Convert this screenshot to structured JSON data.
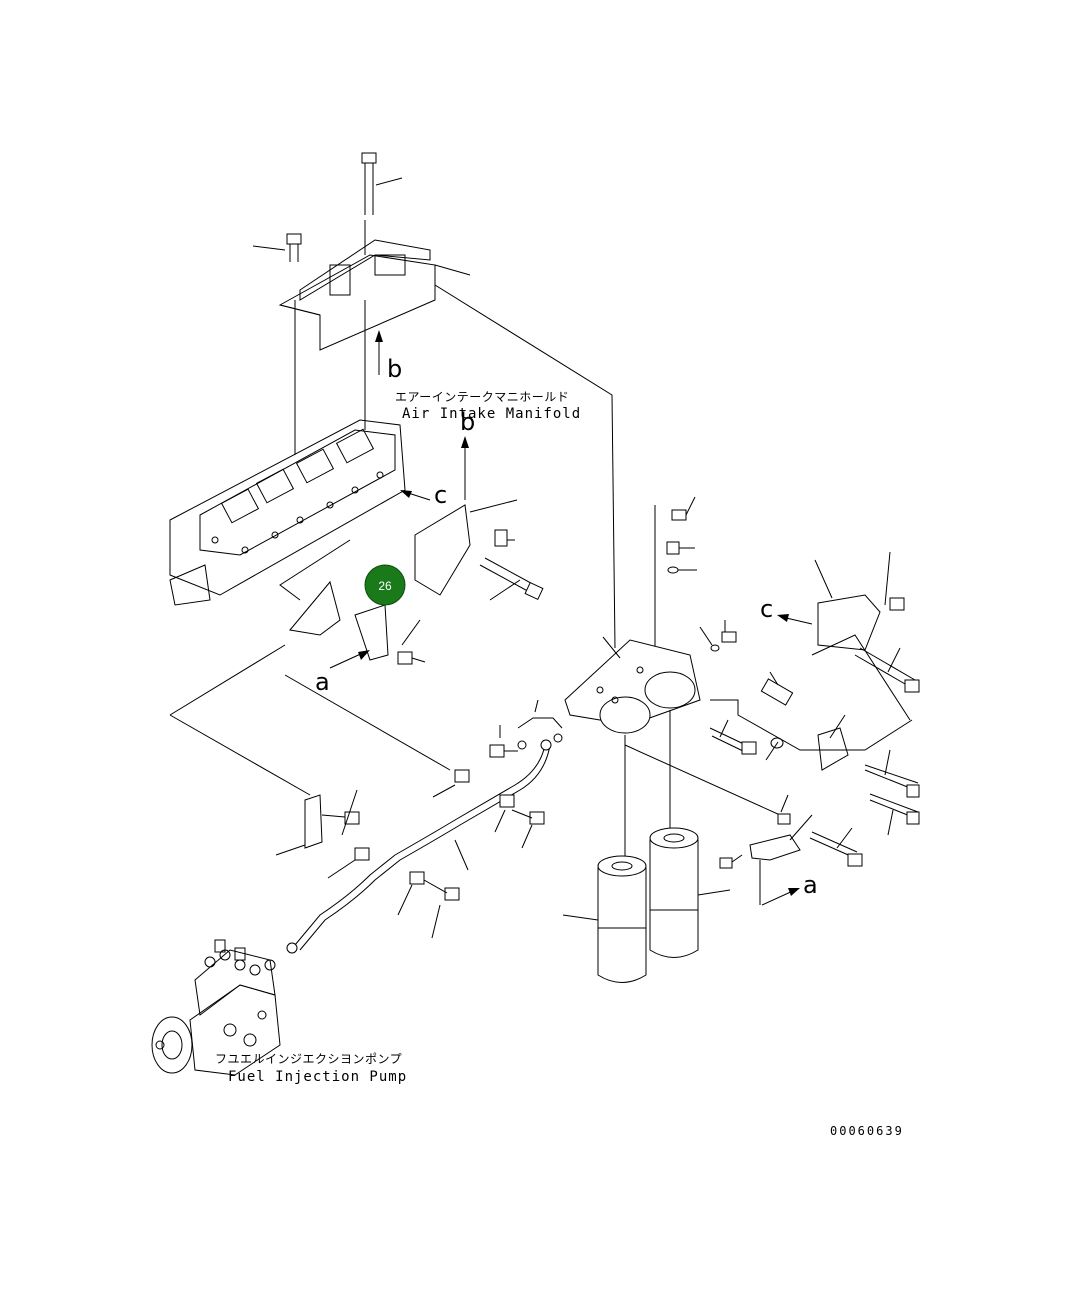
{
  "diagram": {
    "labels": {
      "air_intake_manifold_jp": "エアーインテークマニホールド",
      "air_intake_manifold_en": "Air Intake Manifold",
      "fuel_injection_pump_jp": "フユエルインジエクシヨンポンプ",
      "fuel_injection_pump_en": "Fuel Injection Pump"
    },
    "view_markers": {
      "a1": "a",
      "a2": "a",
      "b1": "b",
      "b2": "b",
      "c1": "c",
      "c2": "c"
    },
    "callout": {
      "number": "26",
      "color": "#1a7a1a"
    },
    "drawing_number": "00060639"
  }
}
